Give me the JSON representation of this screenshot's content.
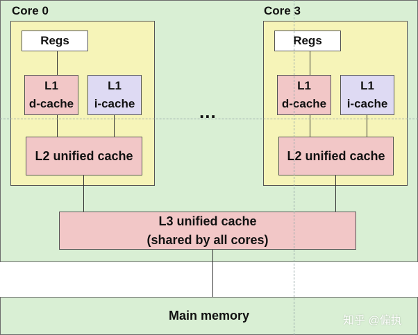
{
  "cores": [
    {
      "title": "Core 0",
      "regs": "Regs",
      "l1d": [
        "L1",
        "d-cache"
      ],
      "l1i": [
        "L1",
        "i-cache"
      ],
      "l2": "L2 unified cache"
    },
    {
      "title": "Core 3",
      "regs": "Regs",
      "l1d": [
        "L1",
        "d-cache"
      ],
      "l1i": [
        "L1",
        "i-cache"
      ],
      "l2": "L2 unified cache"
    }
  ],
  "ellipsis": "...",
  "l3": [
    "L3 unified cache",
    "(shared by all cores)"
  ],
  "main_memory": "Main memory",
  "watermark": "知乎 @偏执",
  "colors": {
    "chip_bg": "#d9efd4",
    "core_bg": "#f6f4b8",
    "cache_pink": "#f2c7c7",
    "icache_lavender": "#dedaf3",
    "regs_white": "#ffffff"
  }
}
